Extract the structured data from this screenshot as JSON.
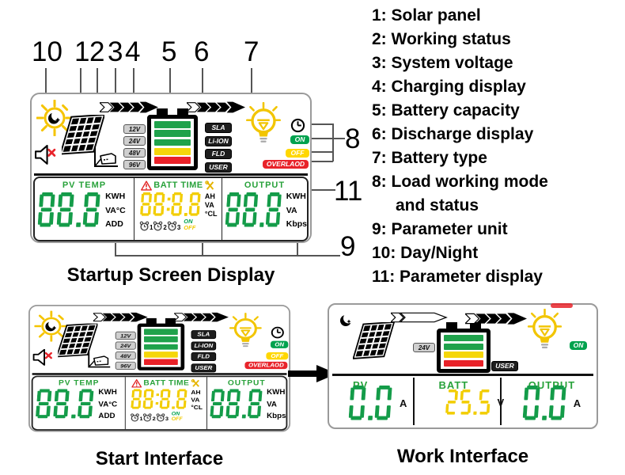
{
  "titles": {
    "startup": "Startup Screen Display",
    "start": "Start Interface",
    "work": "Work Interface"
  },
  "legend": {
    "items": [
      "1: Solar panel",
      "2: Working status",
      "3: System voltage",
      "4: Charging display",
      "5: Battery capacity",
      "6: Discharge display",
      "7: Battery type",
      "8: Load working mode",
      "and status",
      "9: Parameter unit",
      "10: Day/Night",
      "11: Parameter display"
    ]
  },
  "callouts": {
    "n1": "1",
    "n2": "2",
    "n3": "3",
    "n4": "4",
    "n5": "5",
    "n6": "6",
    "n7": "7",
    "n8": "8",
    "n9": "9",
    "n10": "10",
    "n11": "11"
  },
  "lcd": {
    "voltages": [
      "12V",
      "24V",
      "48V",
      "96V"
    ],
    "battery_types": [
      "SLA",
      "Li-ION",
      "FLD",
      "USER"
    ],
    "battery_bars": [
      "green",
      "green",
      "green",
      "yellow",
      "red"
    ],
    "load_status": {
      "on": "ON",
      "off": "OFF",
      "overload": "OVERLAOD"
    },
    "pv": {
      "label": "PV TEMP",
      "value": "88.8",
      "units": [
        "KWH",
        "VA°C",
        "ADD"
      ]
    },
    "batt": {
      "label": "BATT TIME",
      "value": "88:8.8",
      "units": [
        "AH",
        "VA",
        "°CL"
      ],
      "alarm_indexes": [
        "1",
        "2",
        "3"
      ],
      "on": "ON",
      "off": "OFF"
    },
    "output": {
      "label": "OUTPUT",
      "value": "88.8",
      "units": [
        "KWH",
        "VA",
        "Kbps"
      ]
    }
  },
  "work": {
    "voltage": "24V",
    "battery_type": "USER",
    "on": "ON",
    "battery_bars": [
      "green",
      "green",
      "yellow",
      "red"
    ],
    "pv": {
      "label": "PV",
      "value": "0.0",
      "unit": "A"
    },
    "batt": {
      "label": "BATT",
      "value": "25.5",
      "unit": "V"
    },
    "output": {
      "label": "OUTPUT",
      "value": "0.0",
      "unit": "A"
    }
  },
  "colors": {
    "seg_green": "#149C49",
    "seg_yellow": "#F2CD00",
    "bar_green": "#1FA24B",
    "bar_yellow": "#F5D60A",
    "bar_red": "#E92128",
    "label_green": "#29A23B",
    "badge_on": "#00A24E",
    "badge_off": "#FFD700",
    "badge_overload": "#E8232A"
  }
}
